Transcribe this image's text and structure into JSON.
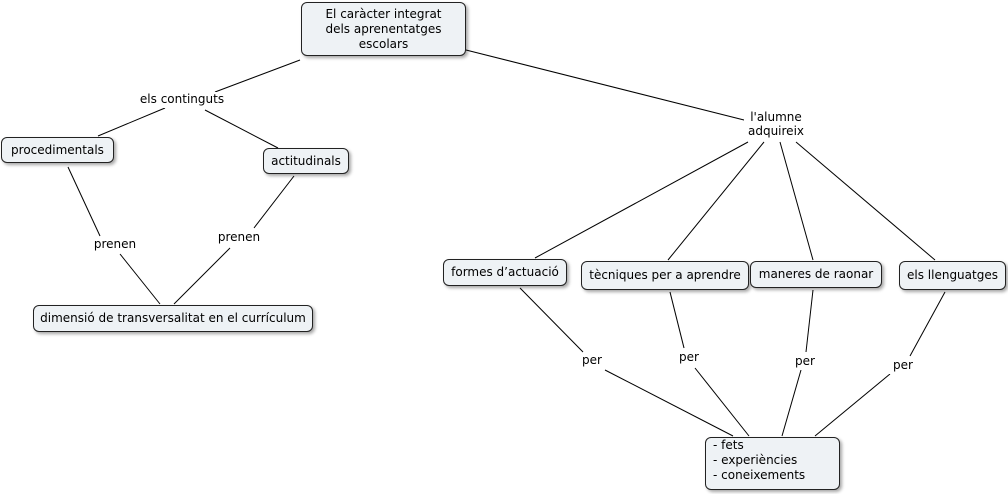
{
  "concepts": {
    "main": [
      "El caràcter integrat",
      "dels aprenentatges",
      "escolars"
    ],
    "procedimentals": "procedimentals",
    "actitudinals": "actitudinals",
    "transversalitat": "dimensió de transversalitat en el currículum",
    "formes": "formes d’actuació",
    "tecniques": "tècniques per a aprendre",
    "maneres": "maneres de raonar",
    "llenguatges": "els llenguatges",
    "fets_list": [
      "-  fets",
      "-  experiències",
      "-  coneixements"
    ]
  },
  "linking_phrases": {
    "continguts": "els continguts",
    "alumne": [
      "l'alumne",
      "adquireix"
    ],
    "prenen_left": "prenen",
    "prenen_right": "prenen",
    "per_1": "per",
    "per_2": "per",
    "per_3": "per",
    "per_4": "per"
  },
  "colors": {
    "node_fill": "#eef2f5",
    "node_border": "#222222",
    "line": "#000000"
  }
}
